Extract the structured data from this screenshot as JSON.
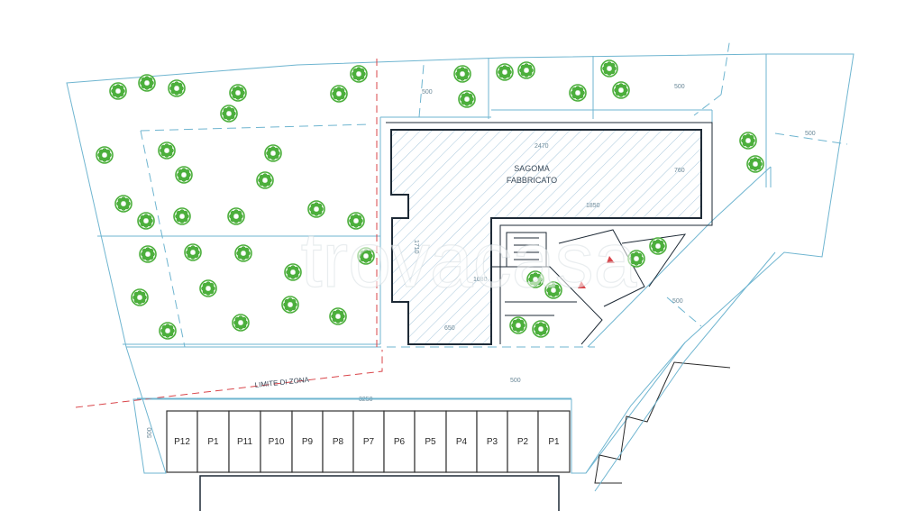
{
  "building": {
    "label_line1": "SAGOMA",
    "label_line2": "FABBRICATO"
  },
  "zone_limit_label": "LIMITE DI ZONA",
  "dimensions": {
    "top_left": "500",
    "top_right": "500",
    "far_right": "500",
    "building_width": "2470",
    "building_right": "760",
    "inner_width": "1850",
    "left_height": "1710",
    "inner_height": "1080",
    "bottom_width": "650",
    "stair_right": "500",
    "road": "500",
    "parking_width": "3250",
    "parking_depth": "500"
  },
  "parking_spaces": [
    "P12",
    "P1",
    "P11",
    "P10",
    "P9",
    "P8",
    "P7",
    "P6",
    "P5",
    "P4",
    "P3",
    "P2",
    "P1"
  ],
  "watermark": "trovacasa",
  "colors": {
    "line": "#6fb5d0",
    "building": "#1e2a36",
    "hatch": "#9fc2da",
    "tree": "#4caf3c",
    "zone_limit": "#d9454a",
    "parking": "#333333"
  }
}
